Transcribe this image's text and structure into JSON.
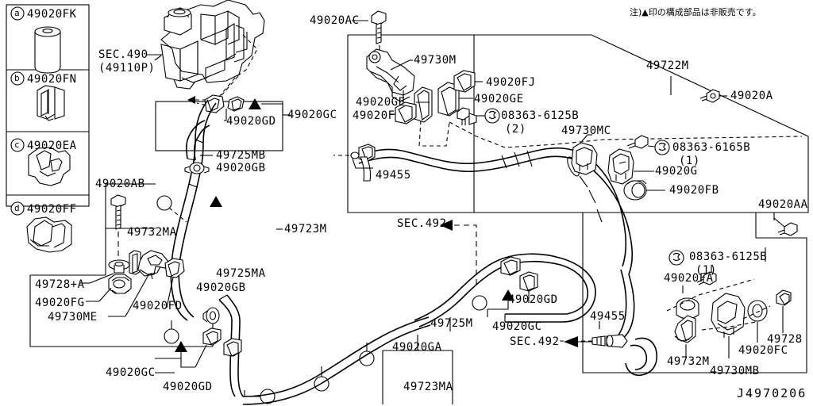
{
  "diagram": {
    "title_code": "J4970206",
    "note_jp": "注)▲印の構成部品は非販売です。",
    "legend": [
      {
        "key": "a",
        "part": "49020FK"
      },
      {
        "key": "b",
        "part": "49020FN"
      },
      {
        "key": "c",
        "part": "49020EA"
      },
      {
        "key": "d",
        "part": "49020FF"
      }
    ],
    "section_refs": [
      {
        "label": "SEC.490",
        "sub": "(49110P)"
      },
      {
        "label": "SEC.492"
      },
      {
        "label": "SEC.492"
      }
    ],
    "labels": [
      {
        "text": "49020AC"
      },
      {
        "text": "49730M"
      },
      {
        "text": "49020FJ"
      },
      {
        "text": "49020GE"
      },
      {
        "text": "49020GE"
      },
      {
        "text": "49020F"
      },
      {
        "text": "49020GC"
      },
      {
        "text": "08363-6125B"
      },
      {
        "text": "(2)"
      },
      {
        "text": "49455"
      },
      {
        "text": "49722M"
      },
      {
        "text": "49020A"
      },
      {
        "text": "49730MC"
      },
      {
        "text": "08363-6165B"
      },
      {
        "text": "(1)"
      },
      {
        "text": "49020G"
      },
      {
        "text": "49020FB"
      },
      {
        "text": "49020AA"
      },
      {
        "text": "49020GD"
      },
      {
        "text": "49020GC"
      },
      {
        "text": "49725MB"
      },
      {
        "text": "49020GB"
      },
      {
        "text": "49020AB"
      },
      {
        "text": "49732MA"
      },
      {
        "text": "49723M"
      },
      {
        "text": "49725MA"
      },
      {
        "text": "49020GB"
      },
      {
        "text": "49728+A"
      },
      {
        "text": "49020FG"
      },
      {
        "text": "49730ME"
      },
      {
        "text": "49020FD"
      },
      {
        "text": "49020GC"
      },
      {
        "text": "49020GD"
      },
      {
        "text": "49020GA"
      },
      {
        "text": "49723MA"
      },
      {
        "text": "49725M"
      },
      {
        "text": "49020GC"
      },
      {
        "text": "49020GD"
      },
      {
        "text": "08363-6125B"
      },
      {
        "text": "(1)"
      },
      {
        "text": "49020FA"
      },
      {
        "text": "49455"
      },
      {
        "text": "49732M"
      },
      {
        "text": "49730MB"
      },
      {
        "text": "49020FC"
      },
      {
        "text": "49728"
      }
    ],
    "legend_box": {
      "a_key": "a",
      "a_part": "49020FK",
      "b_key": "b",
      "b_part": "49020FN",
      "c_key": "c",
      "c_part": "49020EA",
      "d_key": "d",
      "d_part": "49020FF"
    },
    "t": {
      "l_49020AC": "49020AC",
      "l_49730M": "49730M",
      "l_49020FJ": "49020FJ",
      "l_49020GE_1": "49020GE",
      "l_49020GE_2": "49020GE",
      "l_49020F": "49020F",
      "l_49020GC_top": "49020GC",
      "l_08363_6125B_a": "08363-6125B",
      "l_paren2": "(2)",
      "l_49455_a": "49455",
      "l_49722M": "49722M",
      "l_49020A": "49020A",
      "l_49730MC": "49730MC",
      "l_08363_6165B": "08363-6165B",
      "l_paren1_a": "(1)",
      "l_49020G": "49020G",
      "l_49020FB": "49020FB",
      "l_49020AA": "49020AA",
      "l_49020GD_top": "49020GD",
      "l_49725MB": "49725MB",
      "l_49020GB_1": "49020GB",
      "l_49020AB": "49020AB",
      "l_49732MA": "49732MA",
      "l_49723M": "49723M",
      "l_49725MA": "49725MA",
      "l_49020GB_2": "49020GB",
      "l_49728A": "49728+A",
      "l_49020FG": "49020FG",
      "l_49730ME": "49730ME",
      "l_49020FD": "49020FD",
      "l_49020GC_bl": "49020GC",
      "l_49020GD_bl": "49020GD",
      "l_49020GA": "49020GA",
      "l_49723MA": "49723MA",
      "l_49725M": "49725M",
      "l_49020GC_mid": "49020GC",
      "l_49020GD_mid": "49020GD",
      "l_08363_6125B_b": "08363-6125B",
      "l_paren1_b": "(1)",
      "l_49020FA": "49020FA",
      "l_49455_b": "49455",
      "l_49732M": "49732M",
      "l_49730MB": "49730MB",
      "l_49020FC": "49020FC",
      "l_49728": "49728",
      "sec490": "SEC.490",
      "sec49110P": "(49110P)",
      "sec492_a": "SEC.492",
      "sec492_b": "SEC.492",
      "note": "注)▲印の構成部品は非販売です。",
      "code": "J4970206"
    }
  }
}
